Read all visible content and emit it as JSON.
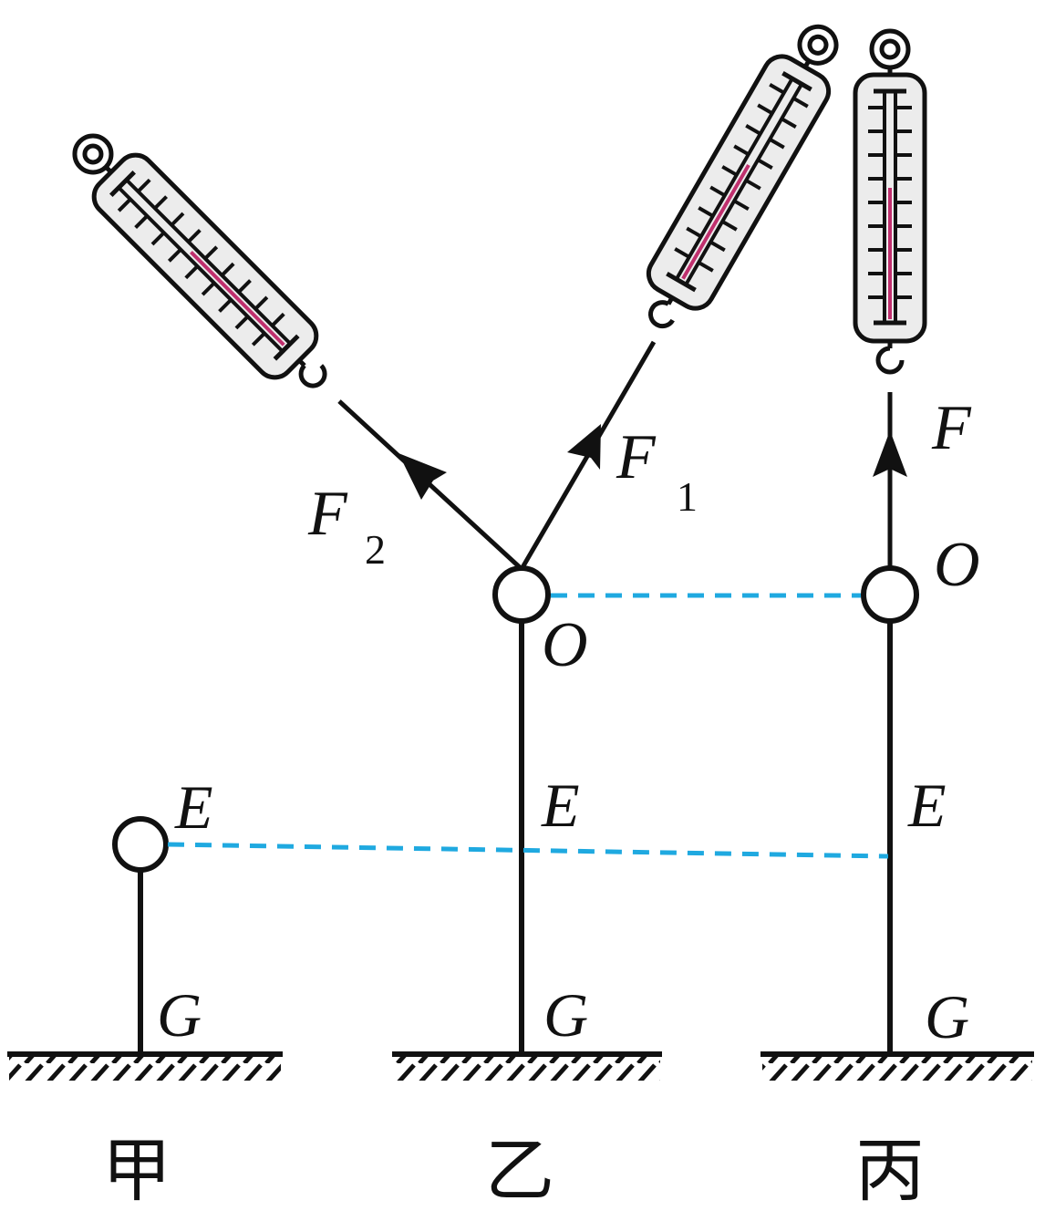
{
  "colors": {
    "ink": "#111111",
    "dashed_line": "#1fa9e0",
    "scale_body": "#ececec",
    "indicator": "#c0306e"
  },
  "icons": {
    "spring_scale": "spring-scale-icon",
    "ring": "ring-icon",
    "hook": "hook-icon",
    "ground": "ground-hatch-icon"
  },
  "labels": {
    "E_jia": "E",
    "G_jia": "G",
    "E_yi": "E",
    "G_yi": "G",
    "O_yi": "O",
    "F1_main": "F",
    "F1_sub": "1",
    "F2_main": "F",
    "F2_sub": "2",
    "E_bing": "E",
    "G_bing": "G",
    "O_bing": "O",
    "F_bing": "F"
  },
  "captions": {
    "jia": "甲",
    "yi": "乙",
    "bing": "丙"
  }
}
